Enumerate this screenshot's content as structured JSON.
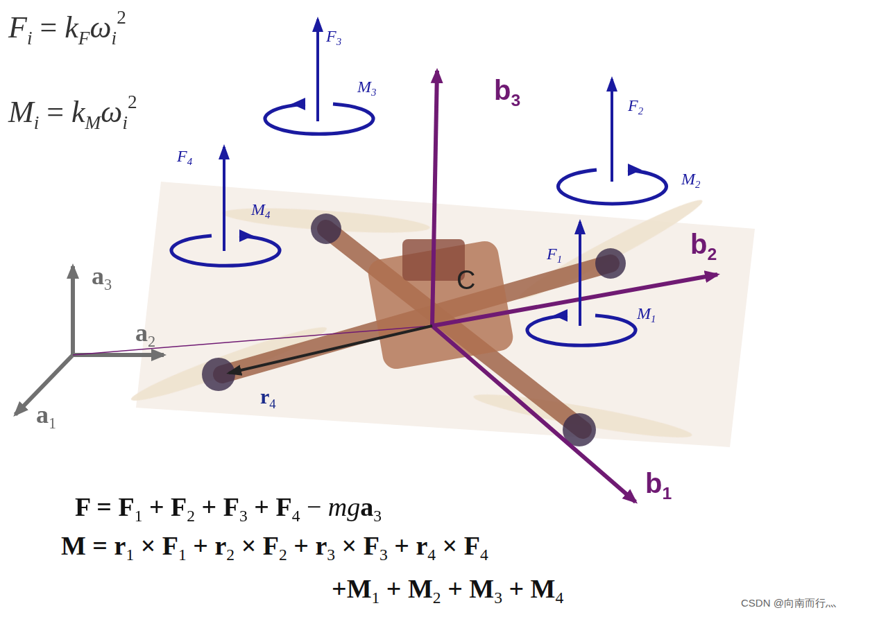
{
  "diagram": {
    "labels": [
      "F",
      "i",
      " = ",
      "k",
      "F",
      "ω",
      "i",
      "2",
      "M",
      "i",
      " = ",
      "k",
      "M",
      "ω",
      "i",
      "2",
      "F",
      "3",
      "M",
      "3",
      "F",
      "2",
      "M",
      "2",
      "F",
      "4",
      "M",
      "4",
      "F",
      "1",
      "M",
      "1",
      "b",
      "3",
      "b",
      "2",
      "b",
      "1",
      "a",
      "3",
      "a",
      "2",
      "a",
      "1",
      "r",
      "4",
      "C",
      "F = F",
      "1",
      " + F",
      "2",
      " + F",
      "3",
      " + F",
      "4",
      " − ",
      "mg",
      "a",
      "3",
      "M = r",
      "1",
      " × F",
      "1",
      " + r",
      "2",
      " × F",
      "2",
      " + r",
      "3",
      " × F",
      "3",
      " + r",
      "4",
      " × F",
      "4",
      "+M",
      "1",
      " + M",
      "2",
      " + M",
      "3",
      " + M",
      "4",
      "CSDN @向南而行灬"
    ]
  }
}
